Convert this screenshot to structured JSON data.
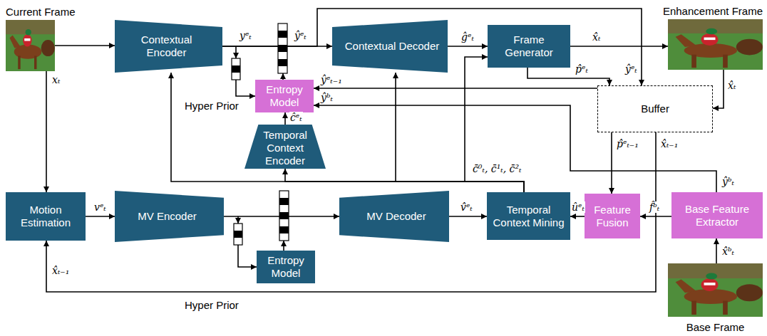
{
  "diagram": {
    "nodes": [
      {
        "text": [
          "Current Frame"
        ]
      },
      {
        "text": [
          "Contextual Encoder"
        ]
      },
      {
        "text": [
          "Contextual Decoder"
        ]
      },
      {
        "text": [
          "Frame Generator"
        ]
      },
      {
        "text": [
          "Enhancement Frame"
        ]
      },
      {
        "text": [
          "Entropy Model"
        ]
      },
      {
        "text": [
          "Temporal Context Encoder"
        ]
      },
      {
        "text": [
          "Buffer"
        ]
      },
      {
        "text": [
          "Motion Estimation"
        ]
      },
      {
        "text": [
          "MV Encoder"
        ]
      },
      {
        "text": [
          "MV Decoder"
        ]
      },
      {
        "text": [
          "Temporal Context Mining"
        ]
      },
      {
        "text": [
          "Feature Fusion"
        ]
      },
      {
        "text": [
          "Base Feature Extractor"
        ]
      },
      {
        "text": [
          "Base Frame"
        ]
      },
      {
        "text": [
          "Entropy Model"
        ]
      }
    ],
    "edges": [
      {
        "from": 0,
        "to": 1,
        "arrow": "to"
      },
      {
        "from": 0,
        "to": 8,
        "arrow": "to",
        "label": "xₜ"
      },
      {
        "from": 1,
        "to": 2,
        "arrow": "to",
        "label": "ŷᵉₜ"
      },
      {
        "from": 2,
        "to": 3,
        "arrow": "to",
        "label": "ĝᵉₜ"
      },
      {
        "from": 3,
        "to": 4,
        "arrow": "to",
        "label": "x̂ₜ"
      },
      {
        "from": 3,
        "to": 7,
        "arrow": "to",
        "label": "p̂ᵉₜ"
      },
      {
        "from": 4,
        "to": 7,
        "arrow": "to",
        "label": "x̂ₜ"
      },
      {
        "from": 1,
        "to": 7,
        "arrow": "to",
        "label": "ŷᵉₜ"
      },
      {
        "from": 7,
        "to": 5,
        "arrow": "to",
        "label": "ŷᵉₜ₋₁"
      },
      {
        "from": 13,
        "to": 5,
        "arrow": "to",
        "label": "ŷᵇₜ"
      },
      {
        "from": 7,
        "to": 12,
        "arrow": "to",
        "label": "p̂ᵉₜ₋₁"
      },
      {
        "from": 7,
        "to": 8,
        "arrow": "to",
        "label": "x̂ₜ₋₁"
      },
      {
        "from": 6,
        "to": 5,
        "arrow": "to",
        "label": "ĉᵉₜ"
      },
      {
        "from": 11,
        "to": 1,
        "arrow": "to"
      },
      {
        "from": 11,
        "to": 6,
        "arrow": "to"
      },
      {
        "from": 11,
        "to": 2,
        "arrow": "to"
      },
      {
        "from": 11,
        "to": 3,
        "arrow": "to"
      },
      {
        "from": 8,
        "to": 9,
        "arrow": "to",
        "label": "vᵉₜ"
      },
      {
        "from": 9,
        "to": 10,
        "arrow": "to"
      },
      {
        "from": 10,
        "to": 11,
        "arrow": "to",
        "label": "v̂ᵉₜ"
      },
      {
        "from": 12,
        "to": 11,
        "arrow": "to",
        "label": "ûᵉₜ"
      },
      {
        "from": 13,
        "to": 12,
        "arrow": "to",
        "label": "f̂ᵇₜ"
      },
      {
        "from": 14,
        "to": 13,
        "arrow": "to",
        "label": "x̂ᵇₜ"
      }
    ],
    "labels": [
      "Hyper Prior",
      "yᵉₜ",
      "c̄⁰ₜ, c̄¹ₜ, c̄²ₜ",
      "ŷᵇₜ",
      "x̂ₜ₋₁",
      "Hyper Prior"
    ]
  }
}
